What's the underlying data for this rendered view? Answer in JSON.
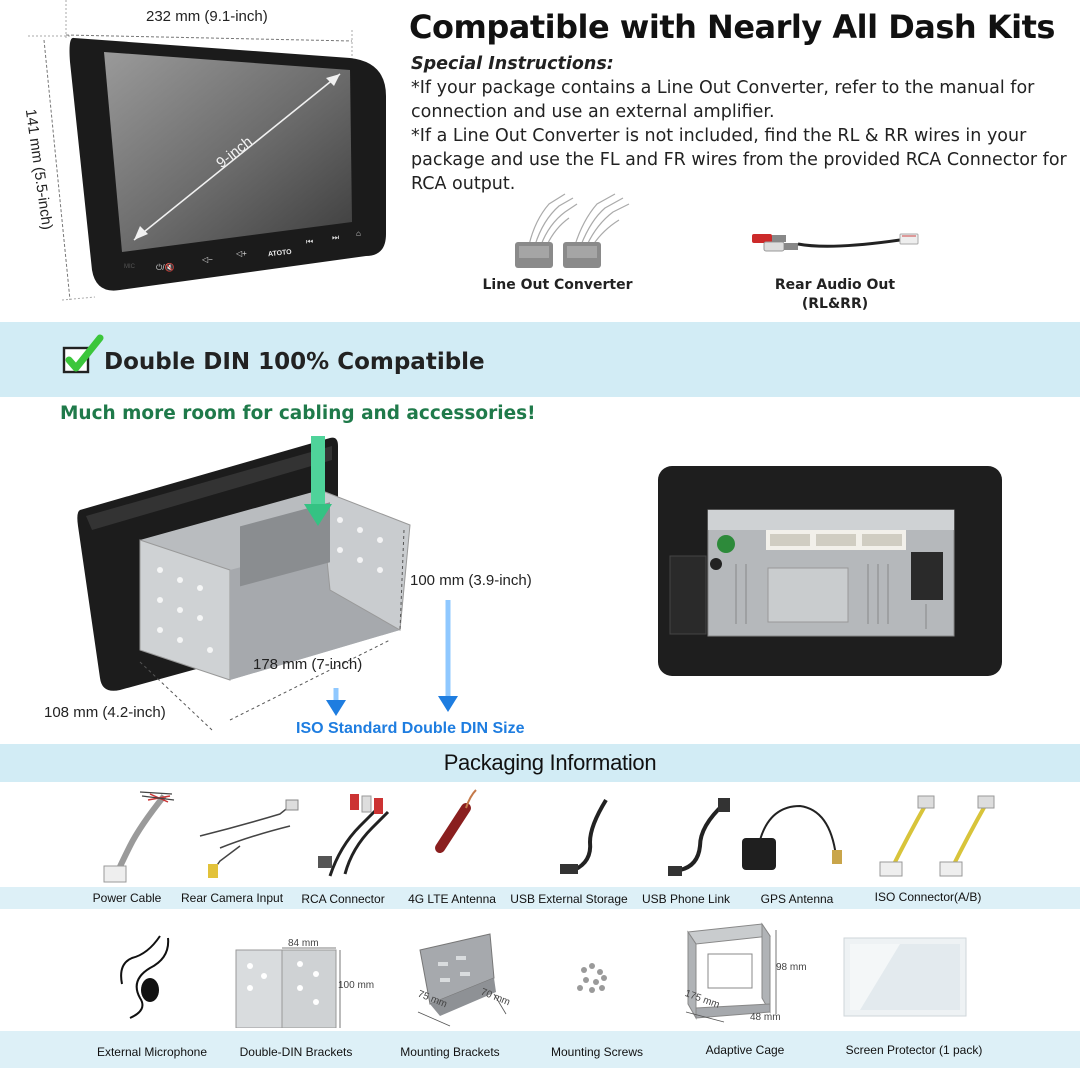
{
  "product": {
    "width_label": "232 mm (9.1-inch)",
    "height_label": "141 mm (5.5-inch)",
    "diagonal_label": "9-inch",
    "brand": "ATOTO",
    "mic_label": "MIC"
  },
  "header": {
    "title": "Compatible with Nearly All Dash Kits"
  },
  "instructions": {
    "heading": "Special Instructions:",
    "line1": "*If your package contains a Line Out Converter, refer to the manual for connection and use an external amplifier.",
    "line2": "*If a Line Out Converter is not included, find the RL & RR wires in your package and use the FL and FR wires from the provided RCA Connector for RCA output."
  },
  "accessories_top": [
    {
      "label": "Line Out Converter"
    },
    {
      "label": "Rear Audio Out",
      "sublabel": "(RL&RR)"
    }
  ],
  "compat": {
    "title": "Double DIN 100% Compatible",
    "subtitle": "Much more room for cabling and accessories!",
    "depth_label": "100 mm (3.9-inch)",
    "width_label": "178 mm (7-inch)",
    "height_label": "108 mm (4.2-inch)",
    "iso_label": "ISO Standard Double DIN Size"
  },
  "packaging": {
    "title": "Packaging Information",
    "row1": [
      {
        "label": "Power Cable",
        "icon": "power-cable-icon"
      },
      {
        "label": "Rear Camera Input",
        "icon": "camera-input-icon"
      },
      {
        "label": "RCA Connector",
        "icon": "rca-connector-icon"
      },
      {
        "label": "4G LTE Antenna",
        "icon": "lte-antenna-icon"
      },
      {
        "label": "USB External Storage",
        "icon": "usb-storage-icon"
      },
      {
        "label": "USB Phone Link",
        "icon": "usb-phone-link-icon"
      },
      {
        "label": "GPS Antenna",
        "icon": "gps-antenna-icon"
      },
      {
        "label": "ISO Connector(A/B)",
        "icon": "iso-connector-icon"
      }
    ],
    "row2": [
      {
        "label": "External Microphone",
        "icon": "microphone-icon"
      },
      {
        "label": "Double-DIN Brackets",
        "icon": "din-brackets-icon"
      },
      {
        "label": "Mounting Brackets",
        "icon": "mounting-brackets-icon"
      },
      {
        "label": "Mounting Screws",
        "icon": "screws-icon"
      },
      {
        "label": "Adaptive Cage",
        "icon": "cage-icon"
      },
      {
        "label": "Screen Protector (1 pack)",
        "icon": "screen-protector-icon"
      }
    ],
    "bracket_dims": {
      "w": "84 mm",
      "h": "100 mm"
    },
    "mount_dims": {
      "a": "75 mm",
      "b": "70 mm"
    },
    "cage_dims": {
      "h": "98 mm",
      "d": "175 mm",
      "w": "48 mm"
    }
  },
  "colors": {
    "band": "#d2ecf5",
    "green_heading": "#1f7a4a",
    "iso_blue": "#1e7de0",
    "check_green": "#3bc63b"
  }
}
